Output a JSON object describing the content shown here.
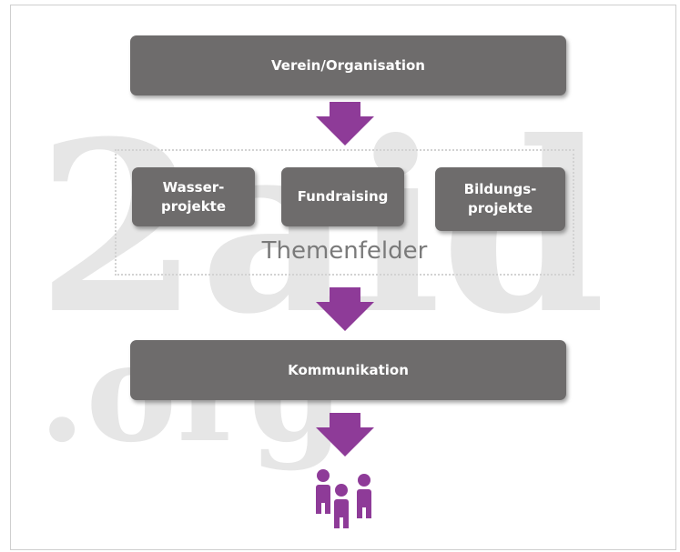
{
  "watermark": {
    "text_main": "2aid",
    "text_sub": ".org"
  },
  "diagram": {
    "top_box": "Verein/Organisation",
    "themes": [
      {
        "label": "Wasser-\nprojekte"
      },
      {
        "label": "Fundraising"
      },
      {
        "label": "Bildungs-\nprojekte"
      }
    ],
    "group_label": "Themenfelder",
    "bottom_box": "Kommunikation",
    "audience_icon": "people-group-icon"
  },
  "colors": {
    "box": "#6e6c6c",
    "arrow": "#8e3b98",
    "people": "#8e3b98",
    "watermark": "#e6e6e6"
  }
}
